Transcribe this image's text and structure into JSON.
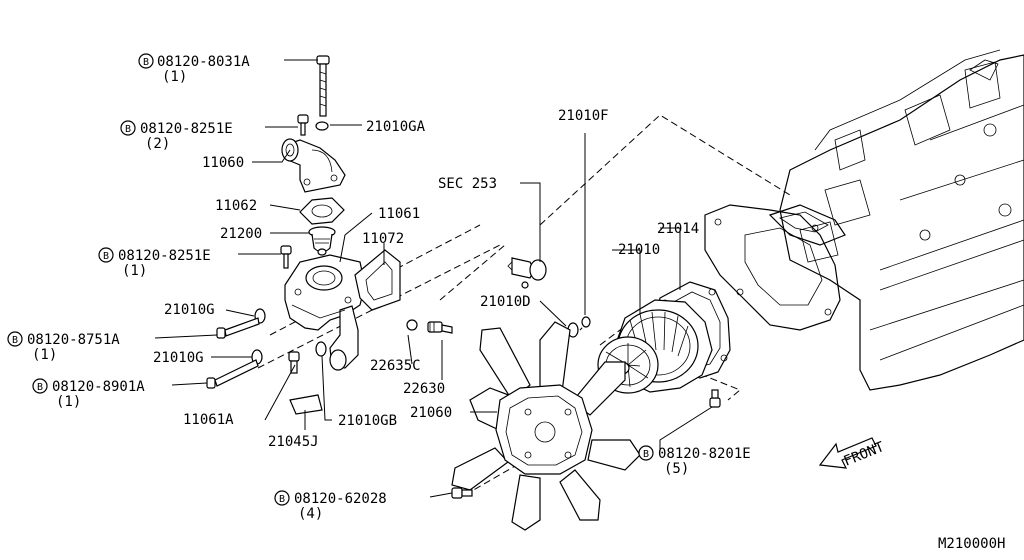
{
  "diagram_id": "M210000H",
  "front_label": "FRONT",
  "bolt_symbol": "B",
  "sec_ref": "SEC 253",
  "callouts": [
    {
      "key": "b1",
      "part": "08120-8031A",
      "qty": "(1)"
    },
    {
      "key": "b2",
      "part": "08120-8251E",
      "qty": "(2)"
    },
    {
      "key": "b3",
      "part": "08120-8251E",
      "qty": "(1)"
    },
    {
      "key": "b4",
      "part": "08120-8751A",
      "qty": "(1)"
    },
    {
      "key": "b5",
      "part": "08120-8901A",
      "qty": "(1)"
    },
    {
      "key": "b6",
      "part": "08120-8201E",
      "qty": "(5)"
    },
    {
      "key": "b7",
      "part": "08120-62028",
      "qty": "(4)"
    }
  ],
  "labels": {
    "p21010GA": "21010GA",
    "p11060": "11060",
    "p11062": "11062",
    "p11061": "11061",
    "p21200": "21200",
    "p11072": "11072",
    "p21010G_1": "21010G",
    "p21010G_2": "21010G",
    "p22635C": "22635C",
    "p22630": "22630",
    "p11061A": "11061A",
    "p21010GB": "21010GB",
    "p21045J": "21045J",
    "p21060": "21060",
    "p21010F": "21010F",
    "p21010": "21010",
    "p21014": "21014",
    "p21010D": "21010D"
  }
}
